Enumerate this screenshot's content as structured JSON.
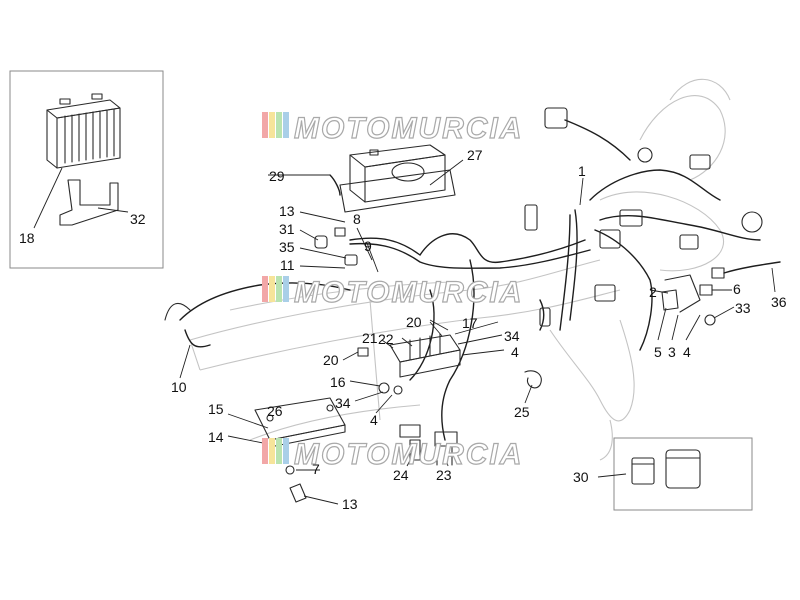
{
  "watermark": {
    "text": "MOTOMURCIA",
    "stripe_colors": [
      "#f2a7a7",
      "#f6e49a",
      "#b9e3b0",
      "#a9cfe8"
    ]
  },
  "callouts": {
    "c1": "1",
    "c2": "2",
    "c3": "3",
    "c4a": "4",
    "c4b": "4",
    "c4c": "4",
    "c5": "5",
    "c6": "6",
    "c7": "7",
    "c8": "8",
    "c9": "9",
    "c10": "10",
    "c11": "11",
    "c13a": "13",
    "c13b": "13",
    "c14": "14",
    "c15": "15",
    "c16": "16",
    "c17": "17",
    "c18": "18",
    "c20a": "20",
    "c20b": "20",
    "c21": "21",
    "c22": "22",
    "c23": "23",
    "c24": "24",
    "c25": "25",
    "c26": "26",
    "c27": "27",
    "c29": "29",
    "c30": "30",
    "c31": "31",
    "c32": "32",
    "c33": "33",
    "c34a": "34",
    "c34b": "34",
    "c35": "35",
    "c36": "36"
  }
}
